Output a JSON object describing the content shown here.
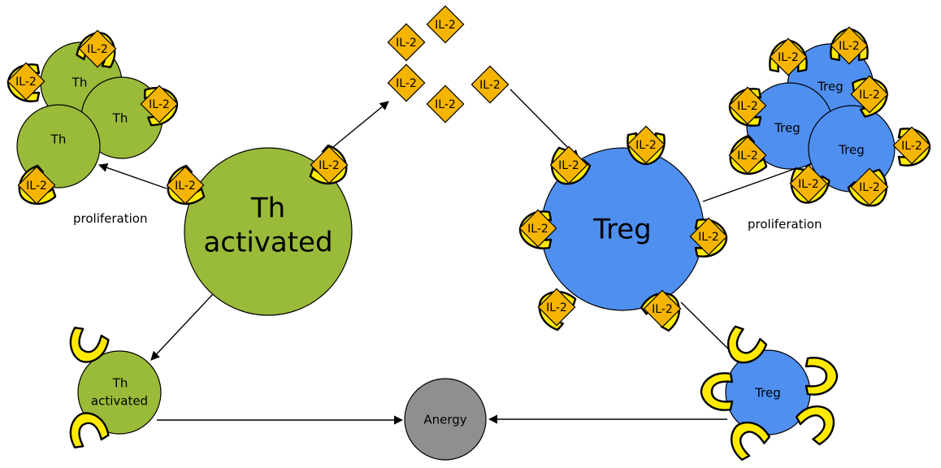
{
  "colors": {
    "th_green": "#9aba3a",
    "treg_blue": "#4f8ff0",
    "anergy_gray": "#8f8f8f",
    "receptor_yellow": "#ffea00",
    "il2_orange": "#f5b400",
    "stroke": "#000000"
  },
  "labels": {
    "il2": "IL-2",
    "th": "Th",
    "th_activated_line1": "Th",
    "th_activated_line2": "activated",
    "treg": "Treg",
    "anergy": "Anergy",
    "proliferation_left": "proliferation",
    "proliferation_right": "proliferation"
  },
  "icons": {
    "receptor": "receptor-u-icon",
    "cytokine": "il2-diamond-icon",
    "arrow": "arrow-icon"
  }
}
